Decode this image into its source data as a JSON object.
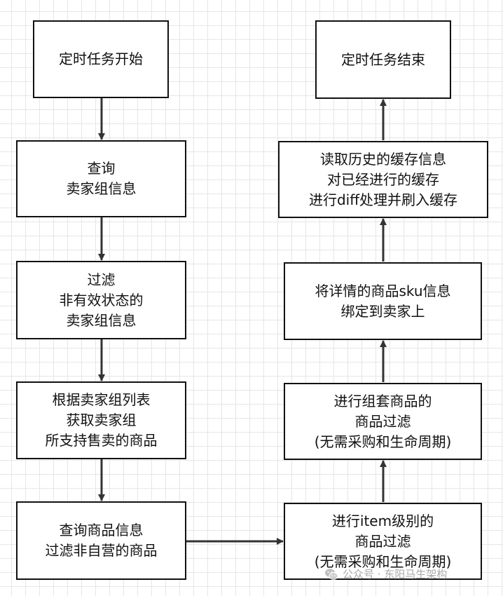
{
  "nodes": [
    {
      "id": "n1",
      "lines": [
        "定时任务开始"
      ]
    },
    {
      "id": "n2",
      "lines": [
        "查询",
        "卖家组信息"
      ]
    },
    {
      "id": "n3",
      "lines": [
        "过滤",
        "非有效状态的",
        "卖家组信息"
      ]
    },
    {
      "id": "n4",
      "lines": [
        "根据卖家组列表",
        "获取卖家组",
        "所支持售卖的商品"
      ]
    },
    {
      "id": "n5",
      "lines": [
        "查询商品信息",
        "过滤非自营的商品"
      ]
    },
    {
      "id": "n6",
      "lines": [
        "进行item级别的",
        "商品过滤",
        "(无需采购和生命周期)"
      ]
    },
    {
      "id": "n7",
      "lines": [
        "进行组套商品的",
        "商品过滤",
        "(无需采购和生命周期)"
      ]
    },
    {
      "id": "n8",
      "lines": [
        "将详情的商品sku信息",
        "绑定到卖家上"
      ]
    },
    {
      "id": "n9",
      "lines": [
        "读取历史的缓存信息",
        "对已经进行的缓存",
        "进行diff处理并刷入缓存"
      ]
    },
    {
      "id": "n10",
      "lines": [
        "定时任务结束"
      ]
    }
  ],
  "edges": [
    {
      "from": "n1",
      "to": "n2"
    },
    {
      "from": "n2",
      "to": "n3"
    },
    {
      "from": "n3",
      "to": "n4"
    },
    {
      "from": "n4",
      "to": "n5"
    },
    {
      "from": "n5",
      "to": "n6"
    },
    {
      "from": "n6",
      "to": "n7"
    },
    {
      "from": "n7",
      "to": "n8"
    },
    {
      "from": "n8",
      "to": "n9"
    },
    {
      "from": "n9",
      "to": "n10"
    }
  ],
  "watermark": {
    "text": "公众号 · 东阳马生架构",
    "icon": "wechat-icon"
  },
  "colors": {
    "stroke": "#111111",
    "arrow": "#333333",
    "grid": "#e6e6e6",
    "watermark": "#9a9a9a"
  }
}
